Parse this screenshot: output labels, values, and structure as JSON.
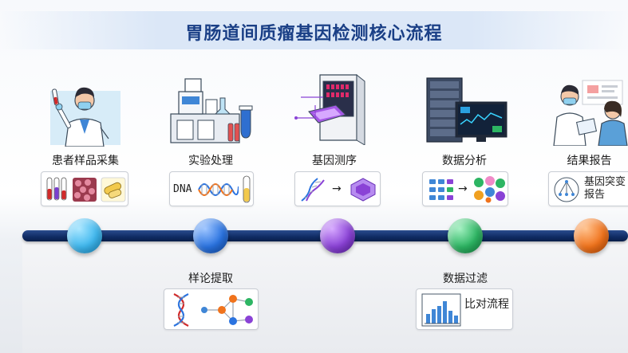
{
  "title": "胃肠道间质瘤基因检测核心流程",
  "steps_top": [
    {
      "label": "患者样品采集",
      "color": "#3fb7ee"
    },
    {
      "label": "实验处理",
      "color": "#2a73e0"
    },
    {
      "label": "基因测序",
      "color": "#8a42d6"
    },
    {
      "label": "数据分析",
      "color": "#2db563"
    },
    {
      "label": "结果报告",
      "color": "#f0731c"
    }
  ],
  "steps_bottom": [
    {
      "label": "样论提取"
    },
    {
      "label": "数据过滤"
    }
  ],
  "cards": {
    "dna_text": "DNA",
    "report_text": "基因突变报告",
    "compare_text": "比对流程"
  }
}
